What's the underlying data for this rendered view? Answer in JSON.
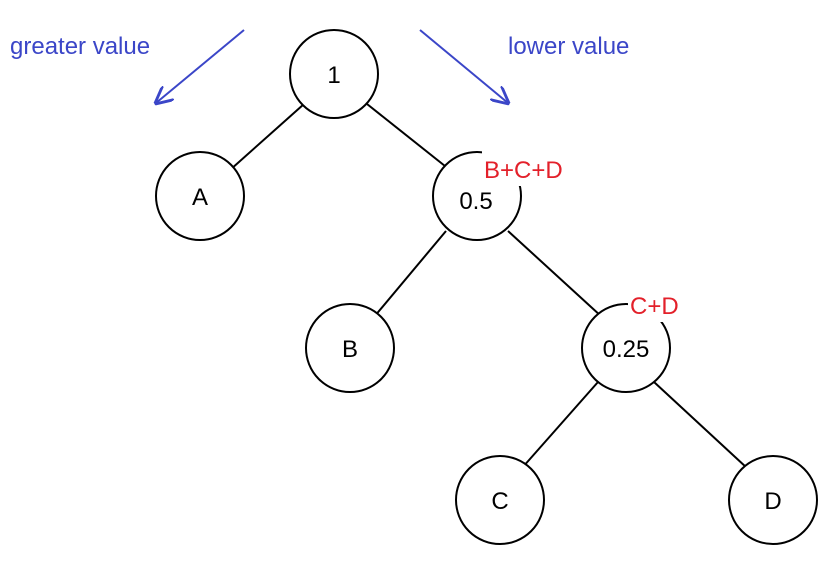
{
  "colors": {
    "blue": "#3b46c8",
    "red": "#e3202a",
    "line": "#000000"
  },
  "annotations": {
    "left": "greater value",
    "right": "lower value"
  },
  "nodes": {
    "root": "1",
    "a": "A",
    "n05": "0.5",
    "b": "B",
    "n025": "0.25",
    "c": "C",
    "d": "D"
  },
  "sums": {
    "bcd": "B+C+D",
    "cd": "C+D"
  }
}
